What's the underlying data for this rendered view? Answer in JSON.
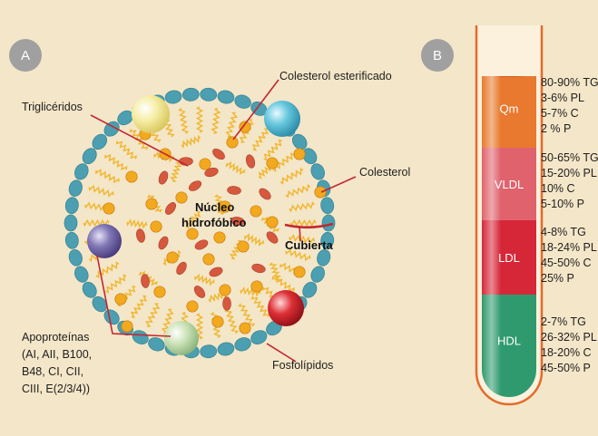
{
  "panel_a": {
    "badge": "A",
    "labels": {
      "trigliceridos": "Triglicéridos",
      "colesterol_esterificado": "Colesterol esterificado",
      "colesterol": "Colesterol",
      "nucleo_line1": "Núcleo",
      "nucleo_line2": "hidrofóbico",
      "cubierta": "Cubierta",
      "fosfolipidos": "Fosfolípidos",
      "apoproteinas": [
        "Apoproteínas",
        "(AI, AII, B100,",
        "B48, CI, CII,",
        "CIII, E(2/3/4))"
      ]
    },
    "colors": {
      "background": "#f4e6c8",
      "shell_bead": "#4b9fb0",
      "yellow_sphere": "#f4e79a",
      "blue_sphere": "#5bbfd6",
      "purple_sphere": "#7b70ad",
      "red_sphere": "#d8242c",
      "green_sphere": "#bfd9a5",
      "lipid_tail": "#f0b833",
      "cholesterol_dot": "#f3a91e",
      "triglyceride_disc": "#d6583d"
    }
  },
  "panel_b": {
    "badge": "B",
    "segments": [
      {
        "name": "Qm",
        "color": "#e8792e",
        "composition": [
          "80-90% TG",
          "3-6% PL",
          "5-7% C",
          "2 % P"
        ]
      },
      {
        "name": "VLDL",
        "color": "#e0626d",
        "composition": [
          "50-65% TG",
          "15-20% PL",
          "10% C",
          "5-10% P"
        ]
      },
      {
        "name": "LDL",
        "color": "#d62738",
        "composition": [
          "4-8% TG",
          "18-24% PL",
          "45-50% C",
          "25% P"
        ]
      },
      {
        "name": "HDL",
        "color": "#2f9a6e",
        "composition": [
          "2-7% TG",
          "26-32% PL",
          "18-20% C",
          "45-50% P"
        ]
      }
    ],
    "tube_outline_color": "#e36b2c",
    "badge_color": "#a0a0a0"
  }
}
